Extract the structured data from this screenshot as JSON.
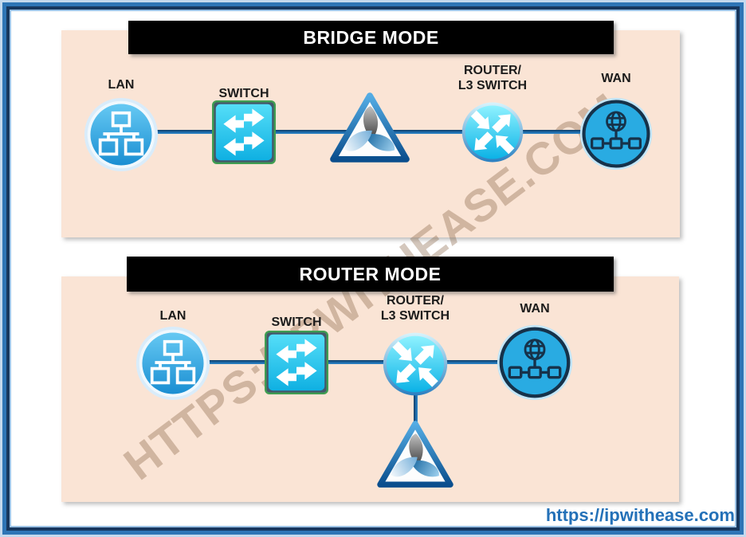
{
  "watermark": {
    "text": "HTTPS://IPWITHEASE.COM"
  },
  "footer": {
    "url_label": "https://ipwithease.com"
  },
  "colors": {
    "frame_blue": "#2e75b6",
    "frame_dark_navy": "#17375e",
    "frame_light_blue": "#9dc3e6",
    "panel_bg": "#fae4d5",
    "title_bar_bg": "#000000",
    "title_text": "#ffffff",
    "node_label_text": "#1b1b1b",
    "link_line_blue": "#2273b4",
    "switch_cyan": "#2ec6ef",
    "switch_border_green": "#3f9e52",
    "router_cyan": "#2fd0f5",
    "wan_fill_blue": "#29abe2",
    "wan_outline": "#16324a",
    "footer_link_blue": "#2471b8",
    "watermark_color": "rgba(125,84,52,0.33)"
  },
  "panels": [
    {
      "id": "bridge",
      "title": "BRIDGE MODE",
      "nodes": {
        "lan": {
          "label": "LAN"
        },
        "switch": {
          "label": "SWITCH"
        },
        "firewall": {
          "label": ""
        },
        "router": {
          "label_line1": "ROUTER/",
          "label_line2": "L3 SWITCH"
        },
        "wan": {
          "label": "WAN"
        }
      }
    },
    {
      "id": "router",
      "title": "ROUTER MODE",
      "nodes": {
        "lan": {
          "label": "LAN"
        },
        "switch": {
          "label": "SWITCH"
        },
        "firewall": {
          "label": ""
        },
        "router": {
          "label_line1": "ROUTER/",
          "label_line2": "L3 SWITCH"
        },
        "wan": {
          "label": "WAN"
        }
      }
    }
  ]
}
